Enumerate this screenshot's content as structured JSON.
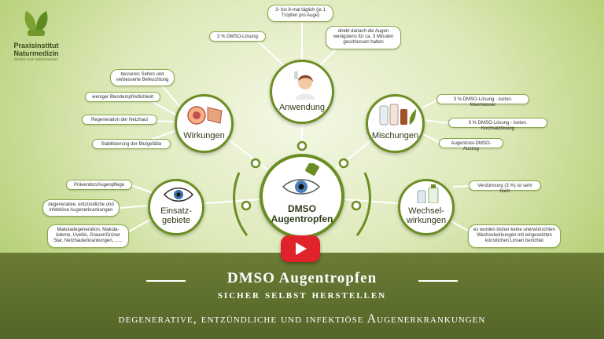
{
  "logo": {
    "line1": "Praxisinstitut",
    "line2": "Naturmedizin",
    "tagline": "Medizin zum Selbermachen"
  },
  "center": {
    "line1": "DMSO",
    "line2": "Augentropfen"
  },
  "nodes": {
    "anwendung": "Anwendung",
    "wirkungen": "Wirkungen",
    "mischungen": "Mischungen",
    "einsatz_1": "Einsatz-",
    "einsatz_2": "gebiete",
    "wechsel_1": "Wechsel-",
    "wechsel_2": "wirkungen"
  },
  "anwendung_items": [
    "3- bis 8-mal täglich (je 1 Tropfen pro Auge)",
    "3 % DMSO-Lösung",
    "direkt danach die Augen wenigstens für ca. 3 Minuten geschlossen halten"
  ],
  "wirkungen_items": [
    "besseres Sehen und verbesserte Befeuchtung",
    "weniger Blendempfindlichkeit",
    "Regeneration der Netzhaut",
    "Stabilisierung der Blutgefäße"
  ],
  "mischungen_items": [
    "3 % DMSO-Lösung - isoton. Meerwasser",
    "3 % DMSO-Lösung - isoton. Kochsalzlösung",
    "Augentrost-DMSO-Auszug"
  ],
  "einsatz_items": [
    "Prävention/Augenpflege",
    "degenerative, entzündliche und infektiöse Augenerkrankungen",
    "Makuladegeneration, Makula-ödeme, Uveitis, Grauer/Grüner Star, Netzhauterkrankungen, ......"
  ],
  "wechsel_items": [
    "Verdünnung (3 %) ist sehr hoch",
    "es wurden bisher keine unerwünschten Wechselwirkungen mit eingesetzten künstlichen Linsen berichtet"
  ],
  "banner": {
    "line1": "DMSO Augentropfen",
    "line2": "sicher selbst herstellen",
    "line3": "degenerative, entzündliche und infektiöse Augenerkrankungen"
  },
  "colors": {
    "accent": "#6b8e23",
    "banner": "#5b6b2f",
    "play": "#e0232a"
  },
  "icons": [
    "leaf-logo-icon",
    "play-icon"
  ]
}
